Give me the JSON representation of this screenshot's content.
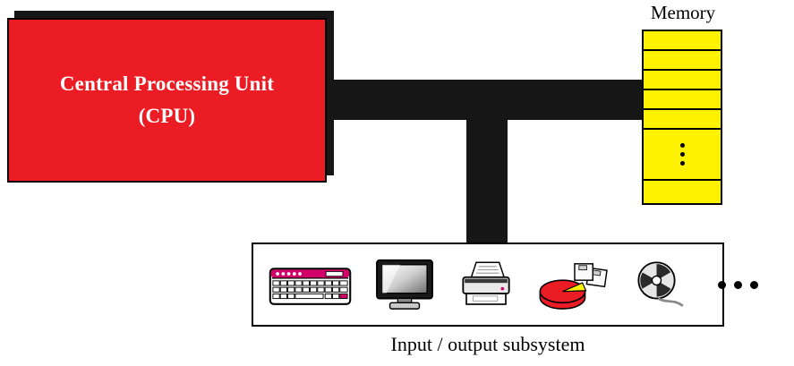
{
  "cpu": {
    "line1": "Central Processing Unit",
    "line2": "(CPU)"
  },
  "memory": {
    "label": "Memory",
    "ellipsis_icon": "vertical-ellipsis-icon"
  },
  "io": {
    "label": "Input / output subsystem",
    "icons": [
      "keyboard-icon",
      "monitor-icon",
      "printer-icon",
      "disk-stack-icon",
      "tape-reel-icon",
      "ellipsis-icon"
    ]
  },
  "colors": {
    "cpu_red": "#EC1C24",
    "memory_yellow": "#FFF200",
    "bus_black": "#161616",
    "keyboard_magenta": "#D4006A"
  }
}
